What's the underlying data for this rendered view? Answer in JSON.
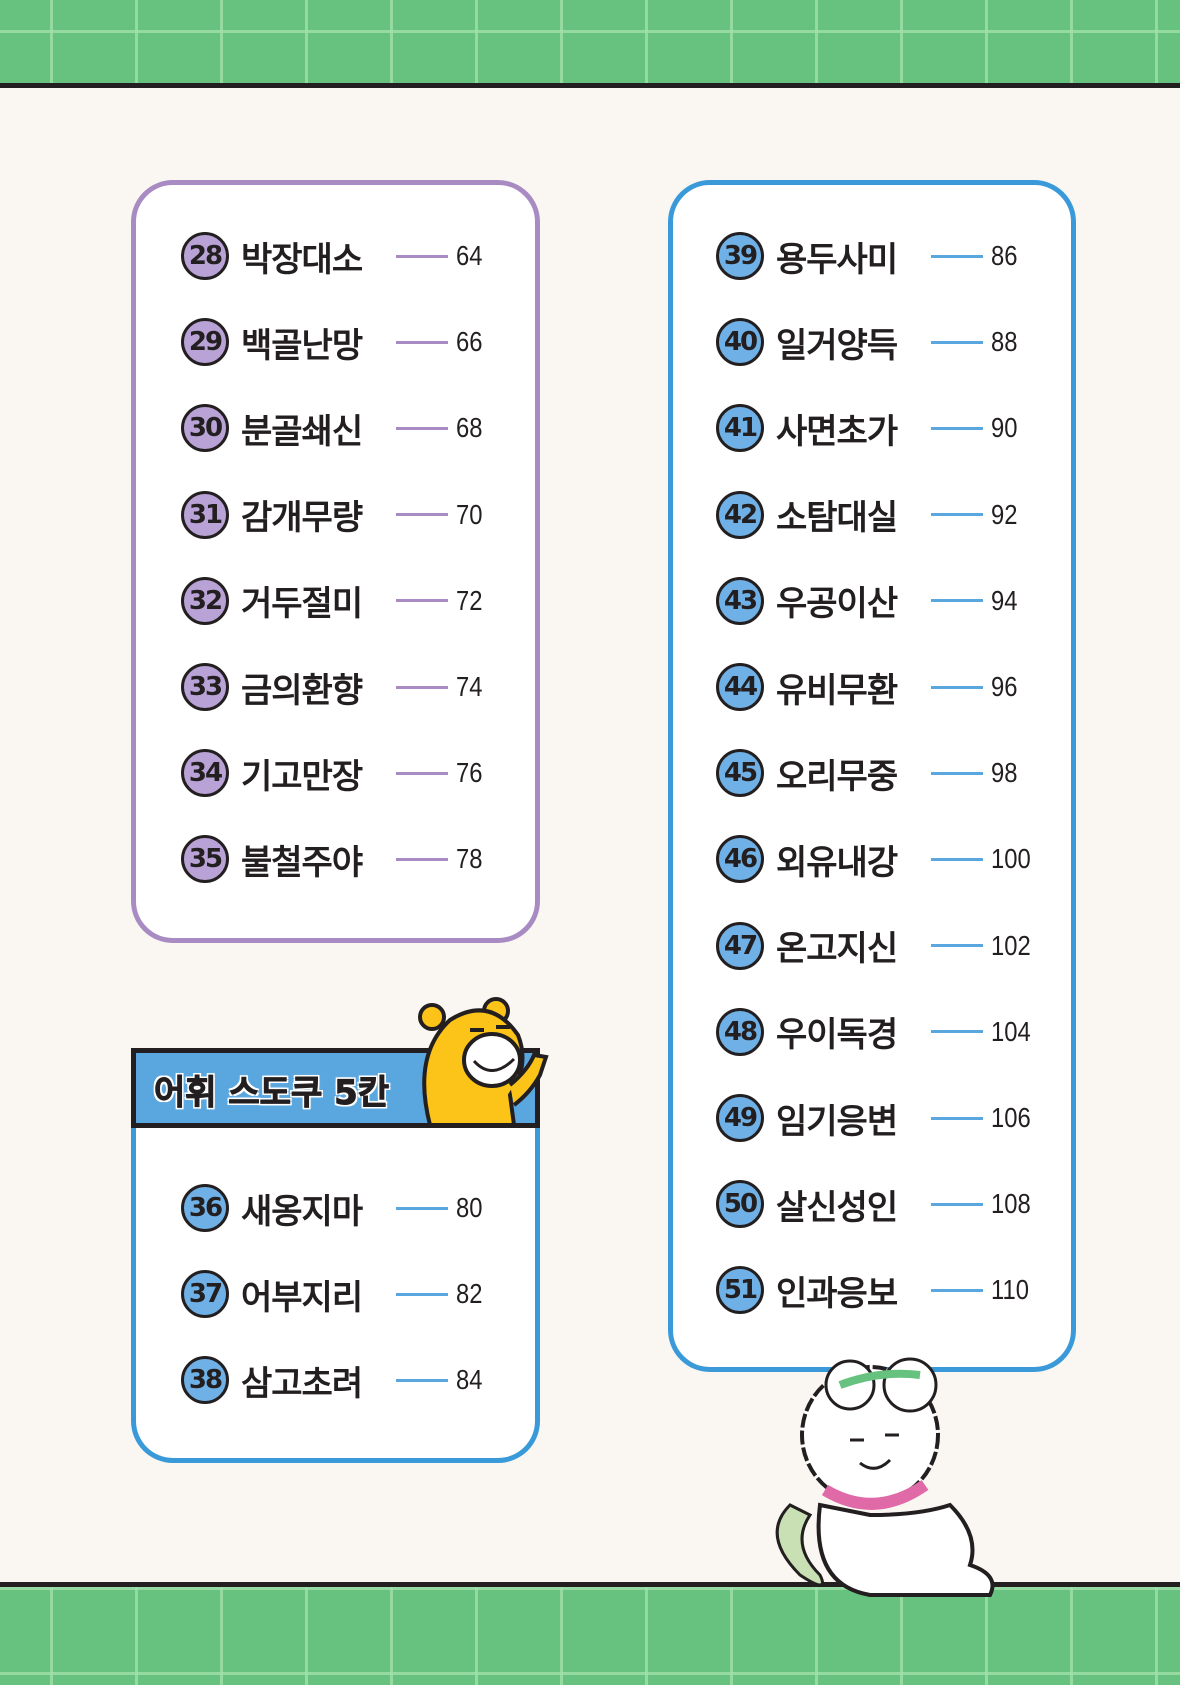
{
  "colors": {
    "green": "#67c17f",
    "purple": "#a88bc3",
    "blue": "#3a9ad9"
  },
  "left_list": [
    {
      "no": "28",
      "title": "박장대소",
      "page": "64"
    },
    {
      "no": "29",
      "title": "백골난망",
      "page": "66"
    },
    {
      "no": "30",
      "title": "분골쇄신",
      "page": "68"
    },
    {
      "no": "31",
      "title": "감개무량",
      "page": "70"
    },
    {
      "no": "32",
      "title": "거두절미",
      "page": "72"
    },
    {
      "no": "33",
      "title": "금의환향",
      "page": "74"
    },
    {
      "no": "34",
      "title": "기고만장",
      "page": "76"
    },
    {
      "no": "35",
      "title": "불철주야",
      "page": "78"
    }
  ],
  "section_header": "어휘 스도쿠 5칸",
  "sudoku_list": [
    {
      "no": "36",
      "title": "새옹지마",
      "page": "80"
    },
    {
      "no": "37",
      "title": "어부지리",
      "page": "82"
    },
    {
      "no": "38",
      "title": "삼고초려",
      "page": "84"
    }
  ],
  "right_list": [
    {
      "no": "39",
      "title": "용두사미",
      "page": "86"
    },
    {
      "no": "40",
      "title": "일거양득",
      "page": "88"
    },
    {
      "no": "41",
      "title": "사면초가",
      "page": "90"
    },
    {
      "no": "42",
      "title": "소탐대실",
      "page": "92"
    },
    {
      "no": "43",
      "title": "우공이산",
      "page": "94"
    },
    {
      "no": "44",
      "title": "유비무환",
      "page": "96"
    },
    {
      "no": "45",
      "title": "오리무중",
      "page": "98"
    },
    {
      "no": "46",
      "title": "외유내강",
      "page": "100"
    },
    {
      "no": "47",
      "title": "온고지신",
      "page": "102"
    },
    {
      "no": "48",
      "title": "우이독경",
      "page": "104"
    },
    {
      "no": "49",
      "title": "임기응변",
      "page": "106"
    },
    {
      "no": "50",
      "title": "살신성인",
      "page": "108"
    },
    {
      "no": "51",
      "title": "인과응보",
      "page": "110"
    }
  ]
}
